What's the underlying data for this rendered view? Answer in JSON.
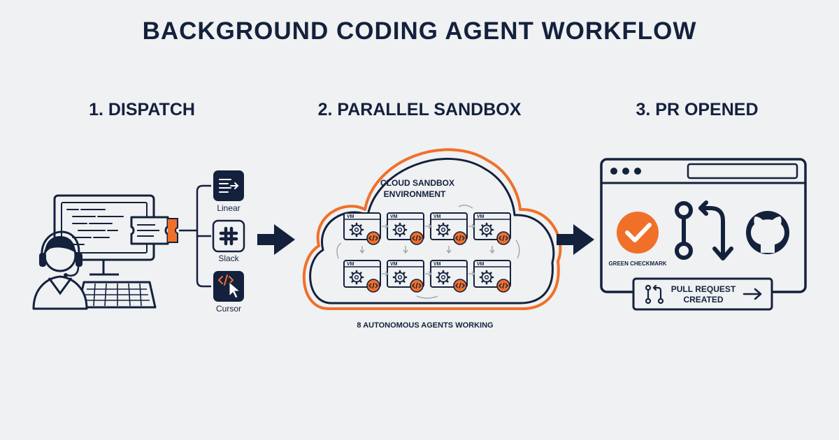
{
  "title": "BACKGROUND CODING AGENT WORKFLOW",
  "steps": [
    {
      "label": "1. DISPATCH"
    },
    {
      "label": "2. PARALLEL SANDBOX"
    },
    {
      "label": "3. PR OPENED"
    }
  ],
  "dispatch": {
    "sources": [
      {
        "label": "Linear",
        "icon": "linear-icon"
      },
      {
        "label": "Slack",
        "icon": "slack-icon"
      },
      {
        "label": "Cursor",
        "icon": "cursor-icon"
      }
    ]
  },
  "sandbox": {
    "cloud_label_1": "CLOUD SANDBOX",
    "cloud_label_2": "ENVIRONMENT",
    "vm_label": "VM",
    "caption": "8 AUTONOMOUS AGENTS WORKING"
  },
  "pr": {
    "check_label": "GREEN CHECKMARK",
    "button_line_1": "PULL REQUEST",
    "button_line_2": "CREATED"
  },
  "colors": {
    "navy": "#14213d",
    "orange": "#f0702a",
    "background": "#eff1f2"
  }
}
